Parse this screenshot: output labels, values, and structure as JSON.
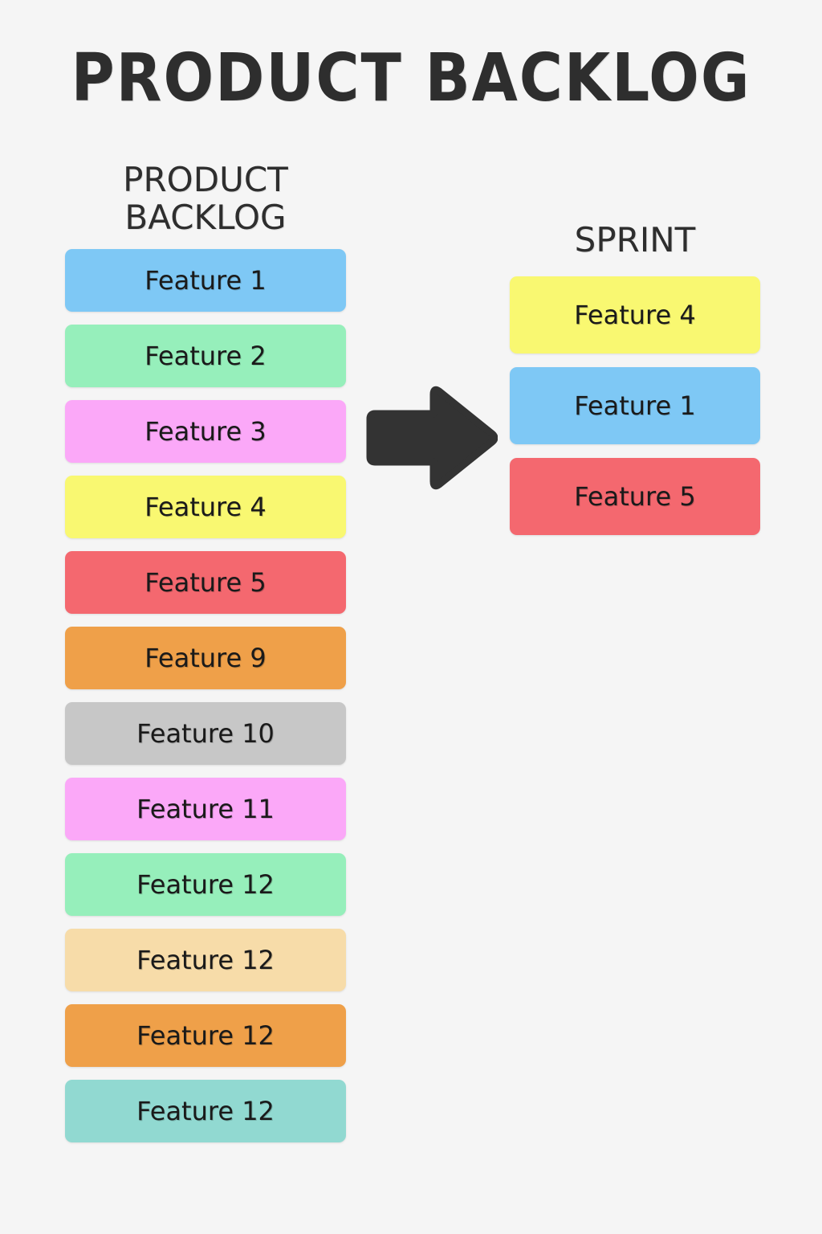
{
  "page": {
    "title": "PRODUCT BACKLOG",
    "background_color": "#f5f5f5",
    "text_color": "#2e2e2e"
  },
  "backlog": {
    "header_line1": "PRODUCT",
    "header_line2": "BACKLOG",
    "cards": [
      {
        "label": "Feature 1",
        "color": "#7ec8f5"
      },
      {
        "label": "Feature 2",
        "color": "#96efbb"
      },
      {
        "label": "Feature 3",
        "color": "#fba8f8"
      },
      {
        "label": "Feature 4",
        "color": "#f9f871"
      },
      {
        "label": "Feature 5",
        "color": "#f4686f"
      },
      {
        "label": "Feature 9",
        "color": "#efa049"
      },
      {
        "label": "Feature 10",
        "color": "#c7c7c7"
      },
      {
        "label": "Feature 11",
        "color": "#fba8f8"
      },
      {
        "label": "Feature 12",
        "color": "#96efbb"
      },
      {
        "label": "Feature 12",
        "color": "#f7dca9"
      },
      {
        "label": "Feature 12",
        "color": "#efa049"
      },
      {
        "label": "Feature 12",
        "color": "#91d9d1"
      }
    ]
  },
  "sprint": {
    "header": "SPRINT",
    "cards": [
      {
        "label": "Feature 4",
        "color": "#f9f871"
      },
      {
        "label": "Feature 1",
        "color": "#7ec8f5"
      },
      {
        "label": "Feature 5",
        "color": "#f4686f"
      }
    ]
  },
  "arrow": {
    "direction": "right",
    "color": "#333333"
  },
  "chart_data": {
    "type": "table",
    "title": "PRODUCT BACKLOG",
    "columns": [
      "PRODUCT BACKLOG",
      "SPRINT"
    ],
    "series": [
      {
        "name": "PRODUCT BACKLOG",
        "values": [
          "Feature 1",
          "Feature 2",
          "Feature 3",
          "Feature 4",
          "Feature 5",
          "Feature 9",
          "Feature 10",
          "Feature 11",
          "Feature 12",
          "Feature 12",
          "Feature 12",
          "Feature 12"
        ]
      },
      {
        "name": "SPRINT",
        "values": [
          "Feature 4",
          "Feature 1",
          "Feature 5"
        ]
      }
    ]
  }
}
